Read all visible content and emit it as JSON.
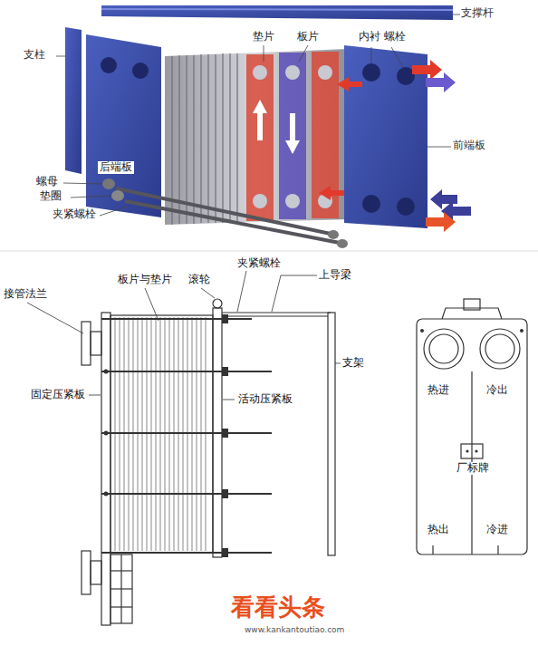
{
  "diagram": {
    "labels": [
      "支撑杆",
      "垫片",
      "板片",
      "内衬",
      "螺栓",
      "支柱",
      "前端板",
      "后端板",
      "螺母",
      "垫圈",
      "夹紧螺栓",
      "夹紧螺栓",
      "板片与垫片",
      "滚轮",
      "上导梁",
      "接管法兰",
      "支架",
      "固定压紧板",
      "活动压紧板",
      "热进",
      "冷出",
      "厂标牌",
      "热出",
      "冷进",
      "看看头条",
      "www.kankantoutiao.com"
    ]
  }
}
